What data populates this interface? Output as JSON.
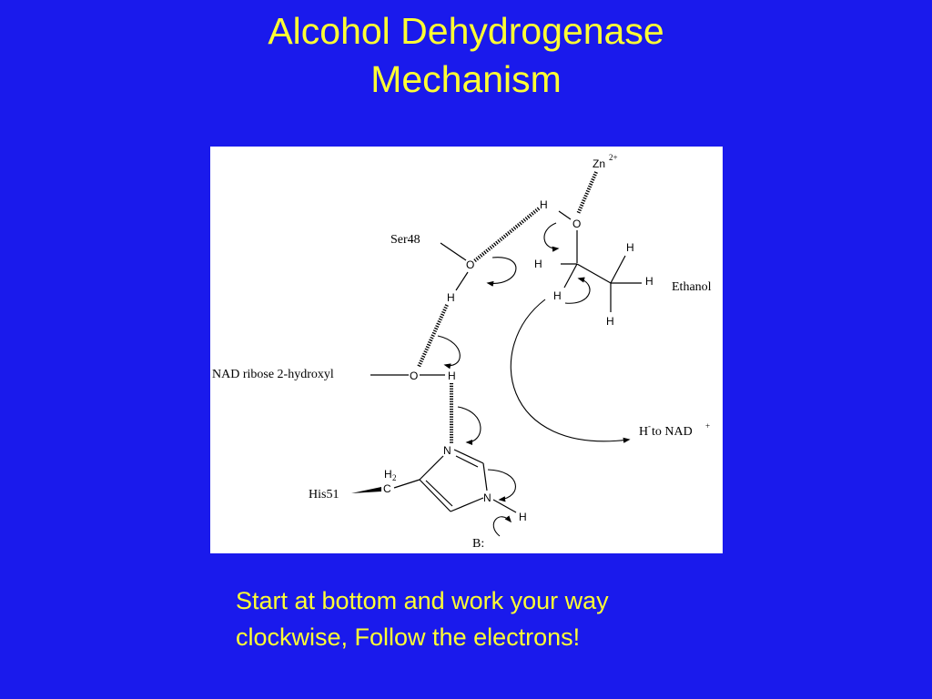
{
  "slide": {
    "title_line1": "Alcohol Dehydrogenase",
    "title_line2": "Mechanism",
    "caption_line1": "Start at bottom and work your way",
    "caption_line2": "clockwise, Follow the electrons!",
    "background_color": "#1a1aec",
    "text_color": "#ffff33"
  },
  "diagram": {
    "zn": "Zn",
    "zn_charge": "2+",
    "ser": "Ser48",
    "ethanol": "Ethanol",
    "nad_ribose": "NAD ribose 2-hydroxyl",
    "his": "His51",
    "hydride_h": "H",
    "hydride_charge": "-",
    "hydride_rest": " to NAD",
    "nad_charge": "+",
    "base": "B:",
    "atoms": {
      "o": "O",
      "h": "H",
      "n": "N",
      "c": "C",
      "h2": "H",
      "h2_sub": "2"
    }
  }
}
